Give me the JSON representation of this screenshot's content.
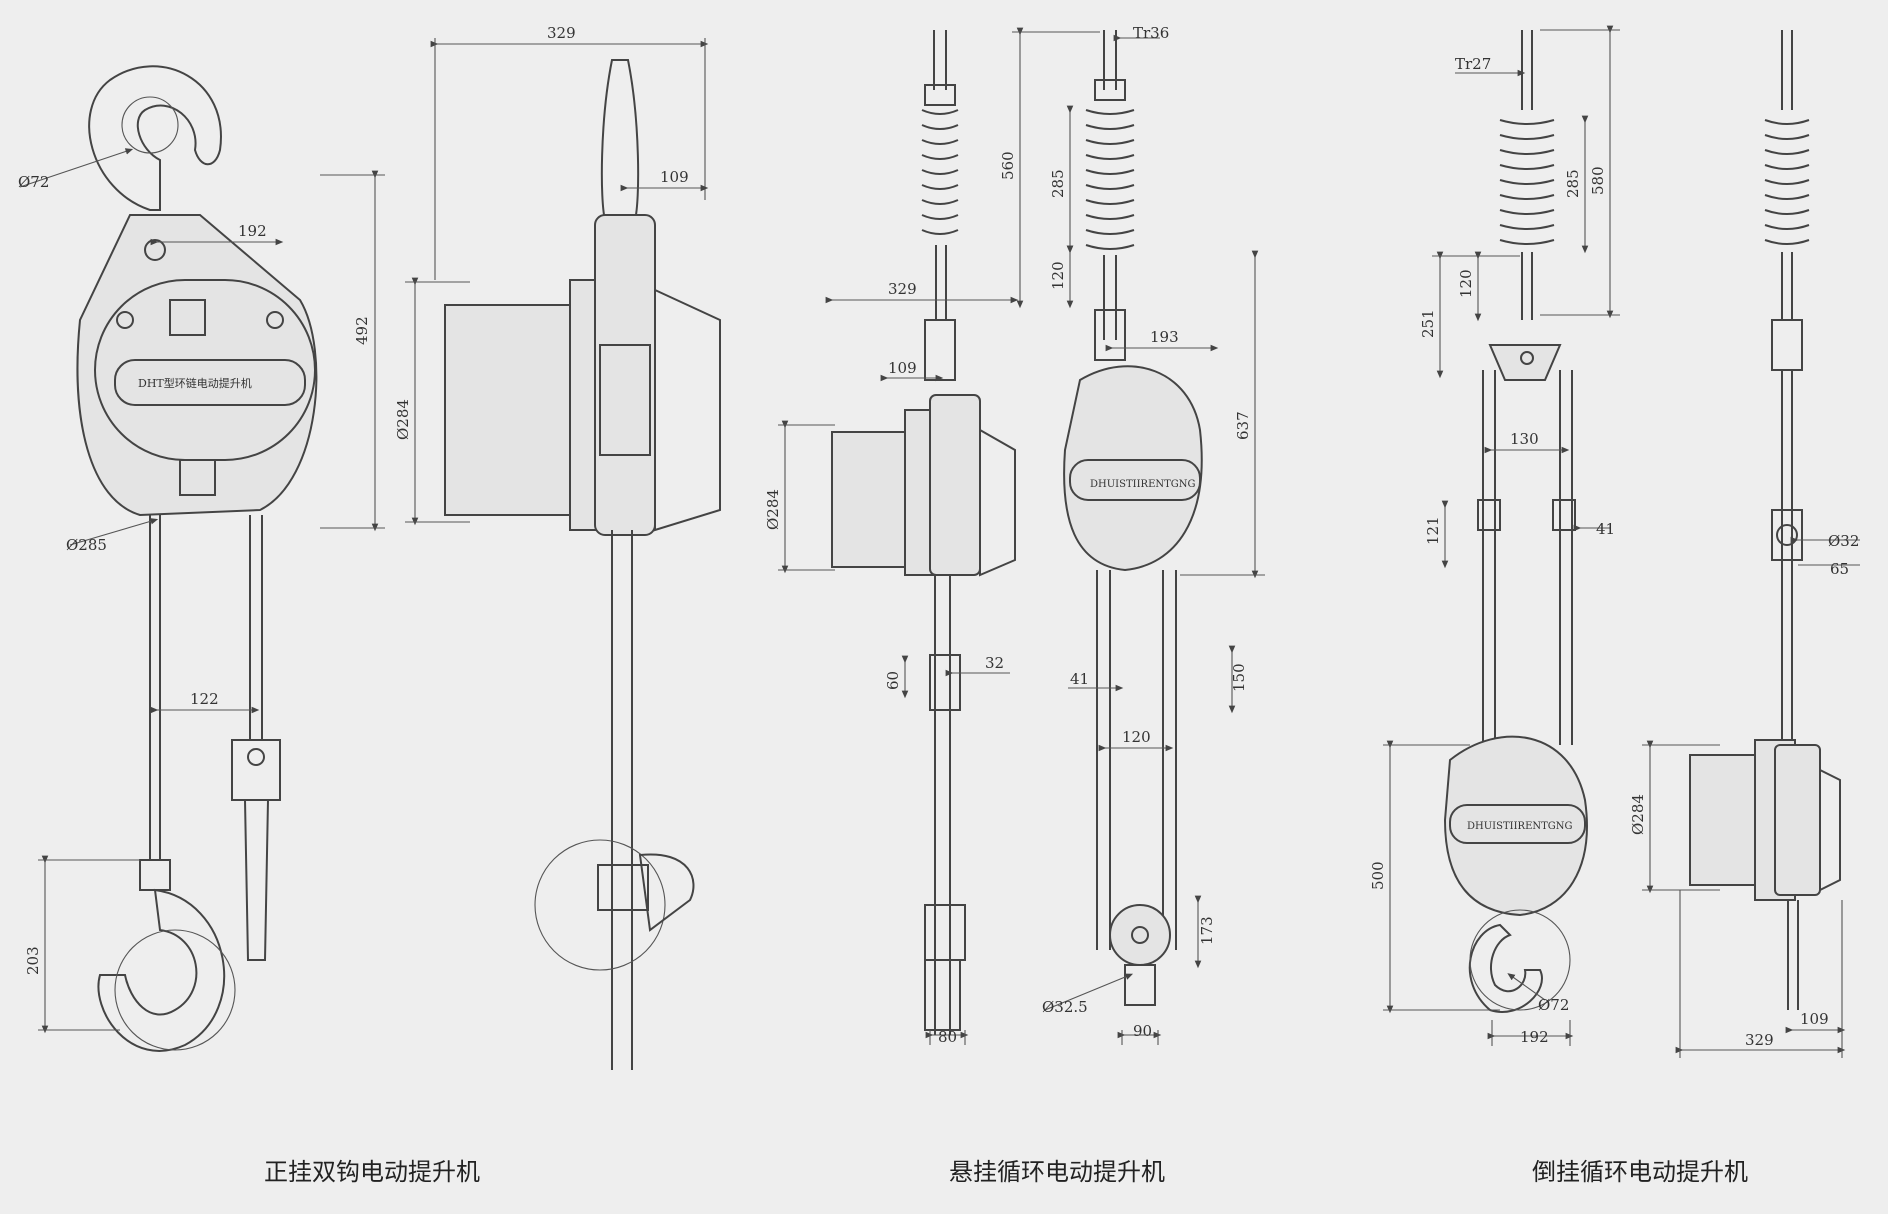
{
  "captions": {
    "fig1": "正挂双钩电动提升机",
    "fig2": "悬挂循环电动提升机",
    "fig3": "倒挂循环电动提升机"
  },
  "body_labels": {
    "fig1": "DHT型环链电动提升机",
    "fig3": "DHUISTIIRENTGNG"
  },
  "dims": {
    "d1_hook_dia": "Ø72",
    "d1_width": "192",
    "d1_height": "492",
    "d1_body_dia": "Ø285",
    "d1_chain_gap": "122",
    "d1_hook_h": "203",
    "d1_side_w": "329",
    "d1_side_109": "109",
    "d1_side_dia": "Ø284",
    "d2_tr": "Tr36",
    "d2_560": "560",
    "d2_285": "285",
    "d2_120a": "120",
    "d2_329": "329",
    "d2_109": "109",
    "d2_193": "193",
    "d2_637": "637",
    "d2_284": "Ø284",
    "d2_60": "60",
    "d2_32": "32",
    "d2_41": "41",
    "d2_150": "150",
    "d2_120b": "120",
    "d2_173": "173",
    "d2_325": "Ø32.5",
    "d2_80": "80",
    "d2_90": "90",
    "d3_tr": "Tr27",
    "d3_285": "285",
    "d3_580": "580",
    "d3_120": "120",
    "d3_251": "251",
    "d3_130": "130",
    "d3_121": "121",
    "d3_41": "41",
    "d3_32": "Ø32",
    "d3_65": "65",
    "d3_500": "500",
    "d3_72": "Ø72",
    "d3_192": "192",
    "d3_284": "Ø284",
    "d3_109": "109",
    "d3_329": "329"
  },
  "colors": {
    "line": "#444444",
    "paper": "#eeeeee"
  }
}
